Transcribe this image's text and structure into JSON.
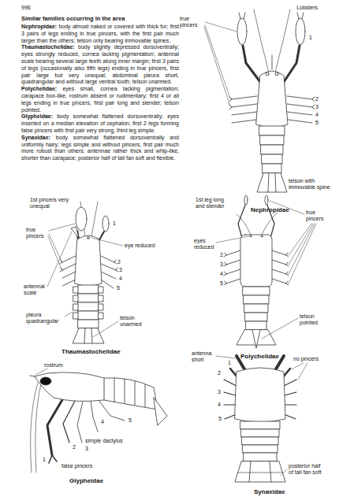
{
  "diagram": {
    "title": "Similar families occurring in the area",
    "labels": [
      "996",
      "Lobsters",
      "Nephropidae:",
      "body almost naked or covered with thick fur; first 3 pairs of legs ending in true pincers, with the first pair much larger than the others; telson only bearing immovable spines.",
      "Thaumastochelidae:",
      "body slightly depressed dorsoventrally; eyes strongly reduced, cornea lacking pigmentation; antennal scale bearing several large teeth along inner margin; first 3 pairs of legs (occasionally also fifth legs) ending in true pincers, first pair large but very unequal; abdominal pleura short, quadrangular and without large ventral tooth; telson unarmed.",
      "Polychelidae:",
      "eyes small, cornea lacking pigmentation; carapace box-like, rostrum absent or rudimentary; first 4 or all legs ending in true pincers, first pair long and slender; telson pointed.",
      "Glypheidae:",
      "body somewhat flattened dorsoventrally; eyes inserted on a median elevation of cephalon; first 2 legs forming false pincers with first pair very strong, third leg simple.",
      "Synaxidae:",
      "body somewhat flattened dorsoventrally and uniformly hairy; legs simple and without pincers, first pair much more robust than others; antennae rather thick and whip-like, shorter than carapace; posterior half of tail fan soft and flexible.",
      "true pincers",
      "1",
      "2",
      "3",
      "4",
      "5",
      "telson with immovable spine",
      "Nephropidae",
      "1st pincers very unequal",
      "1",
      "true pincers",
      "2",
      "3",
      "eye reduced",
      "4",
      "antennal scale",
      "5",
      "pleura quadrangular",
      "telson unarmed",
      "Thaumastochelidae",
      "1st leg long and slender",
      "eyes reduced",
      "true pincers",
      "2",
      "3",
      "4",
      "5",
      "telson pointed",
      "Polychelidae",
      "rostrum",
      "5",
      "4",
      "simple dactylus",
      "2",
      "3",
      "1",
      "false pincers",
      "Glypheidae",
      "antenna short",
      "2",
      "1",
      "no pincers",
      "3",
      "4",
      "5",
      "posterior half of tail fan soft",
      "Synaxidae"
    ]
  }
}
